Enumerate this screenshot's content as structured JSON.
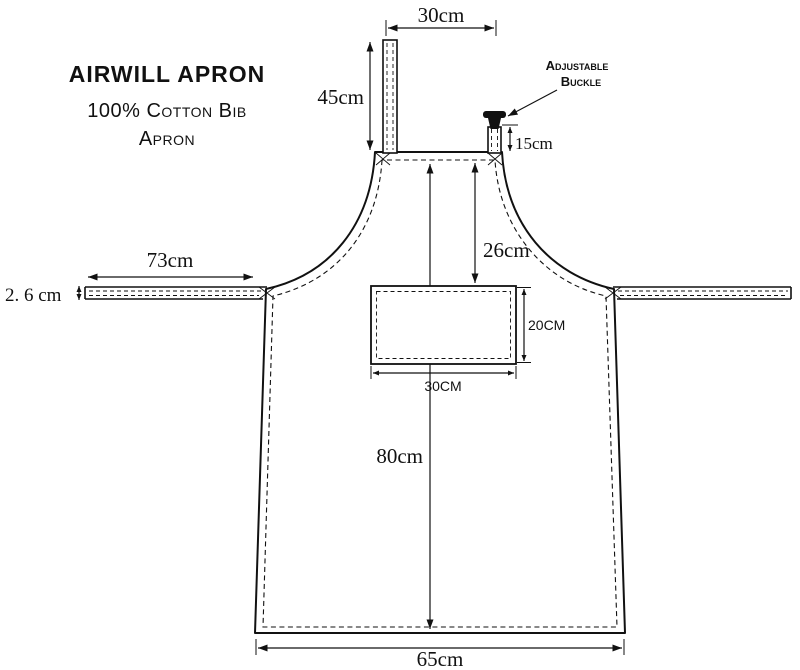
{
  "title": {
    "line1": "AIRWILL APRON",
    "line2": "100% Cotton Bib",
    "line3": "Apron"
  },
  "dimensions": {
    "neck_strap_width": "30cm",
    "neck_strap_length": "45cm",
    "buckle_label_line1": "Adjustable",
    "buckle_label_line2": "Buckle",
    "buckle_height": "15cm",
    "bib_to_pocket": "26cm",
    "waist_tie_length": "73cm",
    "waist_tie_width": "2. 6 cm",
    "pocket_height": "20CM",
    "pocket_width": "30CM",
    "apron_length": "80cm",
    "apron_bottom_width": "65cm"
  },
  "colors": {
    "line": "#111111",
    "background": "#ffffff"
  }
}
